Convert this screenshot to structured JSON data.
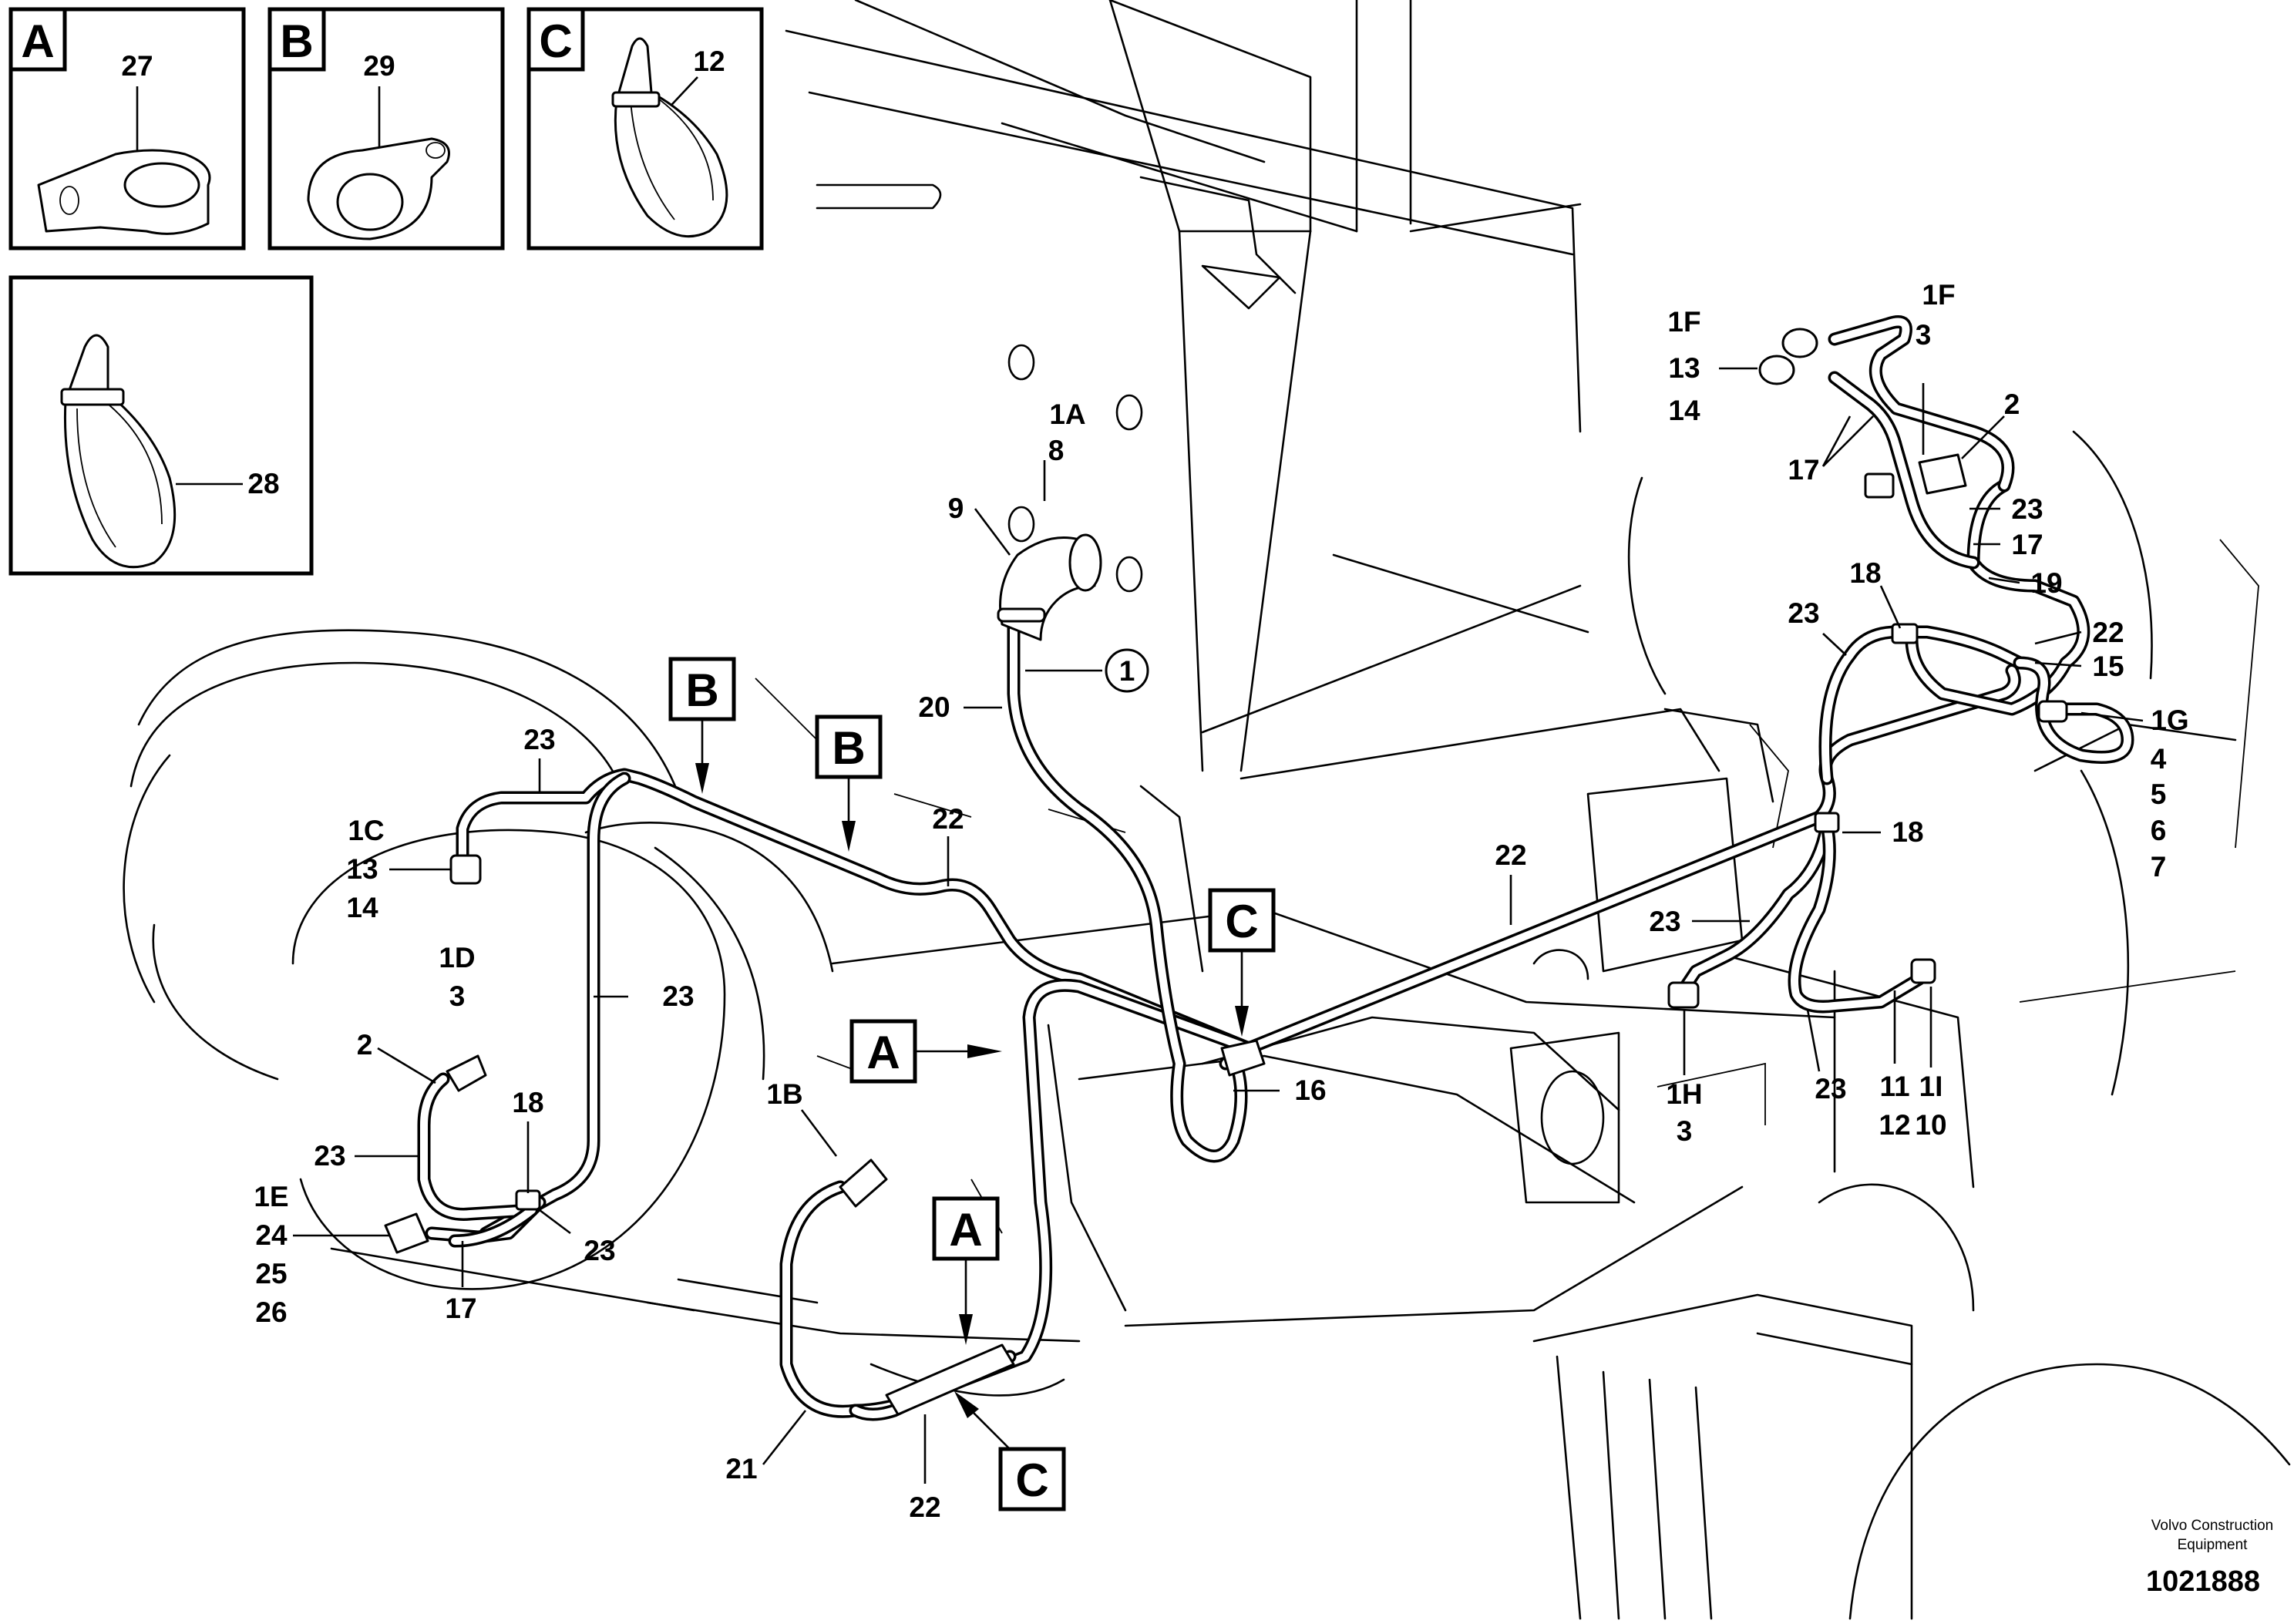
{
  "insets": [
    {
      "letter": "A",
      "number": "27"
    },
    {
      "letter": "B",
      "number": "29"
    },
    {
      "letter": "C",
      "number": "12"
    },
    {
      "letter": "",
      "number": "28"
    }
  ],
  "callouts": {
    "c_1A": "1A",
    "c_8": "8",
    "c_9": "9",
    "c_1_circle": "1",
    "c_20": "20",
    "c_23_top": "23",
    "c_1C": "1C",
    "c_13_left": "13",
    "c_14_left": "14",
    "c_1D": "1D",
    "c_3_left": "3",
    "c_23_mid_left": "23",
    "c_2_left": "2",
    "c_18_left": "18",
    "c_23_lower_left": "23",
    "c_1E": "1E",
    "c_24": "24",
    "c_25": "25",
    "c_26": "26",
    "c_17_left": "17",
    "c_23_bottom_left": "23",
    "c_22_center": "22",
    "c_1B": "1B",
    "c_21": "21",
    "c_22_bottom": "22",
    "c_16": "16",
    "c_22_right_mid": "22",
    "c_1F_a": "1F",
    "c_13_right": "13",
    "c_14_right": "14",
    "c_1F_b": "1F",
    "c_3_right_top": "3",
    "c_2_right": "2",
    "c_17_right_a": "17",
    "c_23_right_a": "23",
    "c_17_right_b": "17",
    "c_19": "19",
    "c_18_right_top": "18",
    "c_23_right_b": "23",
    "c_22_right_b": "22",
    "c_15": "15",
    "c_1G": "1G",
    "c_4": "4",
    "c_5": "5",
    "c_6": "6",
    "c_7": "7",
    "c_18_right_mid": "18",
    "c_23_right_c": "23",
    "c_1H": "1H",
    "c_3_right_bottom": "3",
    "c_23_right_d": "23",
    "c_11": "11",
    "c_12": "12",
    "c_1I": "1I",
    "c_10": "10"
  },
  "tags": {
    "tag_B1": "B",
    "tag_B2": "B",
    "tag_C1": "C",
    "tag_A1": "A",
    "tag_A2": "A",
    "tag_C2": "C"
  },
  "credit": {
    "line1": "Volvo Construction",
    "line2": "Equipment"
  },
  "ref_number": "1021888"
}
